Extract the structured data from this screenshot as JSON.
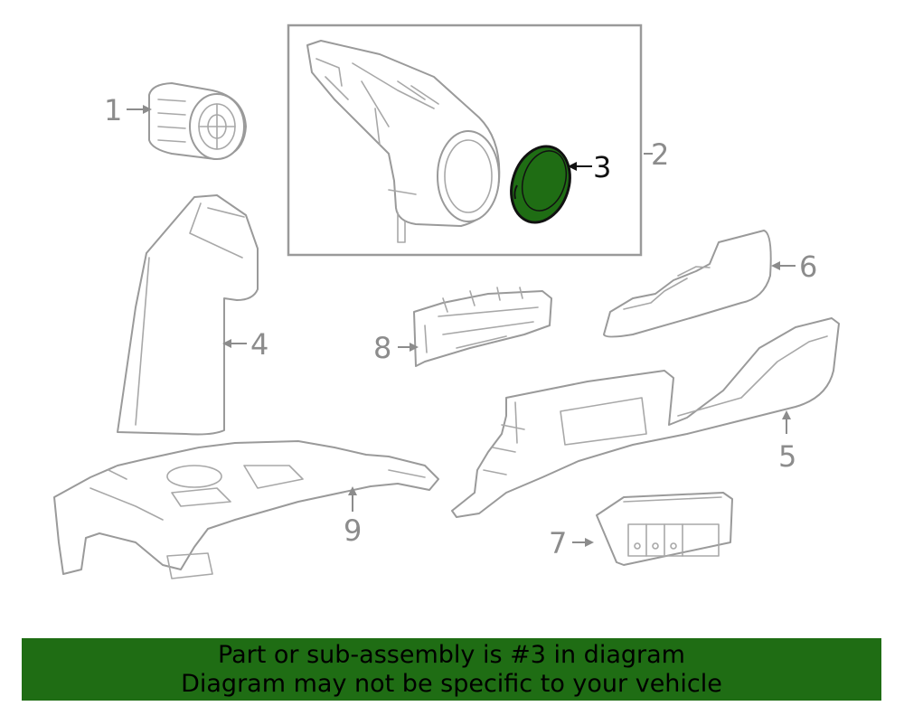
{
  "callouts": {
    "c1": "1",
    "c2": "2",
    "c3": "3",
    "c4": "4",
    "c5": "5",
    "c6": "6",
    "c7": "7",
    "c8": "8",
    "c9": "9"
  },
  "highlight": {
    "part": "3",
    "color": "#1f6d14"
  },
  "banner": {
    "line1": "Part or sub-assembly is #3 in diagram",
    "line2": "Diagram may not be specific to your vehicle"
  }
}
